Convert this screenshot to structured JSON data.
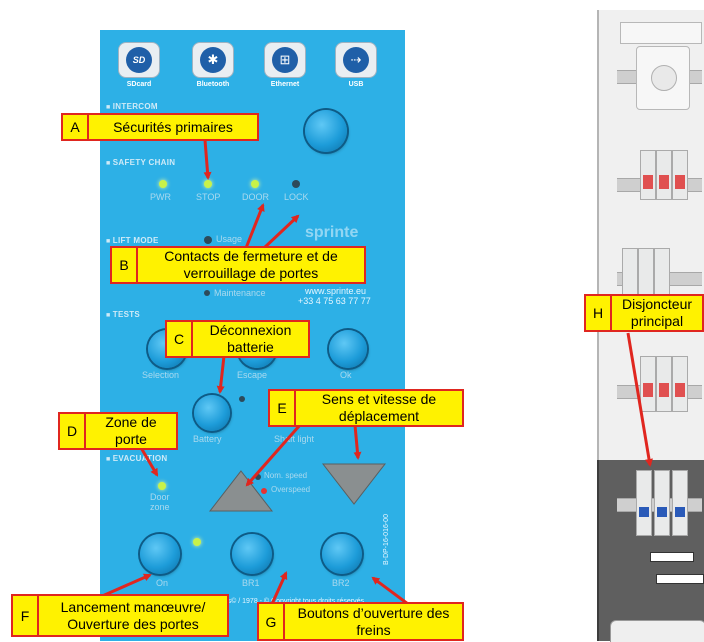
{
  "panel": {
    "chips": [
      {
        "icon": "sd-card-icon",
        "label": "SDcard",
        "glyph": "SD"
      },
      {
        "icon": "bluetooth-icon",
        "label": "Bluetooth",
        "glyph": "✱"
      },
      {
        "icon": "ethernet-icon",
        "label": "Ethernet",
        "glyph": "⊞"
      },
      {
        "icon": "usb-icon",
        "label": "USB",
        "glyph": "⇢"
      }
    ],
    "sections": {
      "intercom": "INTERCOM",
      "safety_chain": "SAFETY CHAIN",
      "lift_mode": "LIFT MODE",
      "tests": "TESTS",
      "evacuation": "EVACUATION"
    },
    "safety_leds": [
      "PWR",
      "STOP",
      "DOOR",
      "LOCK"
    ],
    "lift_mode_items": [
      "Usage",
      "Maintenance"
    ],
    "website": "www.sprinte.eu",
    "phone": "+33 4 75 63 77 77",
    "logo_text": "sprinte",
    "test_buttons": [
      "Selection",
      "Escape",
      "Ok"
    ],
    "battery_label": "Battery",
    "shaft_light_label": "Shaft light",
    "door_zone_label": "Door\nzone",
    "speed_labels": {
      "nominal": "Nom. speed",
      "overspeed": "Overspeed"
    },
    "evac_buttons": [
      "On",
      "BR1",
      "BR2"
    ],
    "copyright": "sprinte Ascenseurs© / 1978 - © Copyright tous droits réservés",
    "doc_ref": "B-DP-16-016-00"
  },
  "callouts": [
    {
      "letter": "A",
      "text": "Sécurités primaires"
    },
    {
      "letter": "B",
      "text": "Contacts de fermeture et de verrouillage de portes"
    },
    {
      "letter": "C",
      "text": "Déconnexion batterie"
    },
    {
      "letter": "D",
      "text": "Zone de porte"
    },
    {
      "letter": "E",
      "text": "Sens et vitesse de déplacement"
    },
    {
      "letter": "F",
      "text": "Lancement manœuvre/ Ouverture des portes"
    },
    {
      "letter": "G",
      "text": "Boutons d’ouverture des freins"
    },
    {
      "letter": "H",
      "text": "Disjoncteur principal"
    }
  ],
  "colors": {
    "panel": "#2db0e6",
    "callout_fill": "#fff200",
    "callout_border": "#e0261f",
    "arrow": "#e0261f",
    "led_green": "#c8f24a",
    "led_red": "#e63232"
  }
}
